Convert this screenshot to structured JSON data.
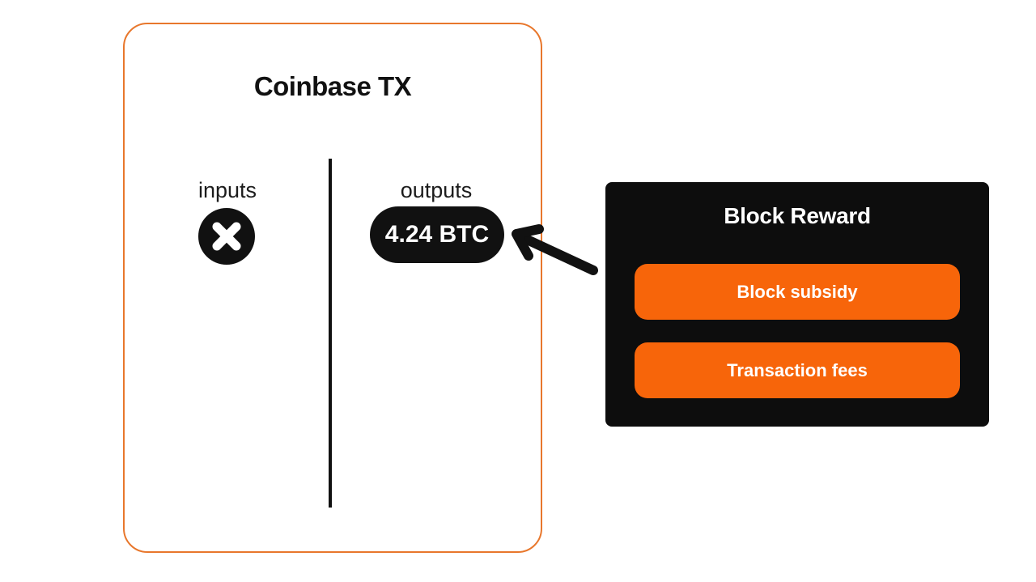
{
  "colors": {
    "background": "#ffffff",
    "orange_fill": "#F7650A",
    "orange_border": "#E8772C",
    "panel_black": "#0D0D0D",
    "ink_black": "#111111",
    "text_dark": "#1C1C1C",
    "text_white": "#ffffff"
  },
  "coinbase_box": {
    "title": "Coinbase TX",
    "inputs_label": "inputs",
    "outputs_label": "outputs",
    "output_value": "4.24 BTC",
    "input_icon": "x-circle-icon"
  },
  "block_reward": {
    "title": "Block Reward",
    "items": [
      {
        "label": "Block subsidy"
      },
      {
        "label": "Transaction fees"
      }
    ]
  },
  "connector": {
    "icon": "arrow-up-left-icon",
    "from": "block-reward-box",
    "to": "output-amount-pill"
  }
}
